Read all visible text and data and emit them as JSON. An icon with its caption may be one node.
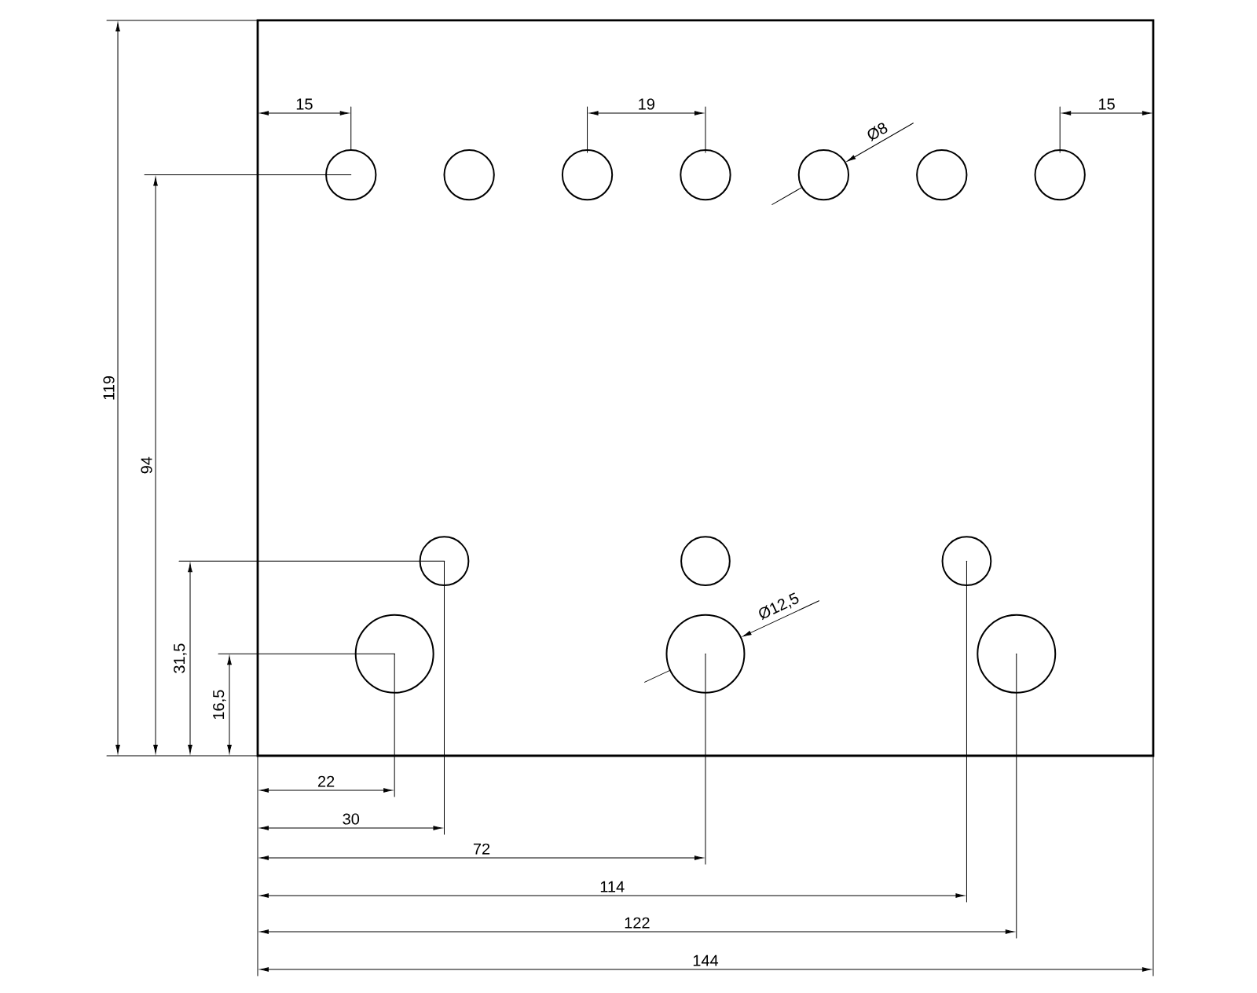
{
  "diagram": {
    "labels": [
      "15",
      "19",
      "Ø8",
      "15",
      "119",
      "94",
      "Ø12,5",
      "31,5",
      "16,5",
      "22",
      "30",
      "72",
      "114",
      "122",
      "144"
    ]
  }
}
